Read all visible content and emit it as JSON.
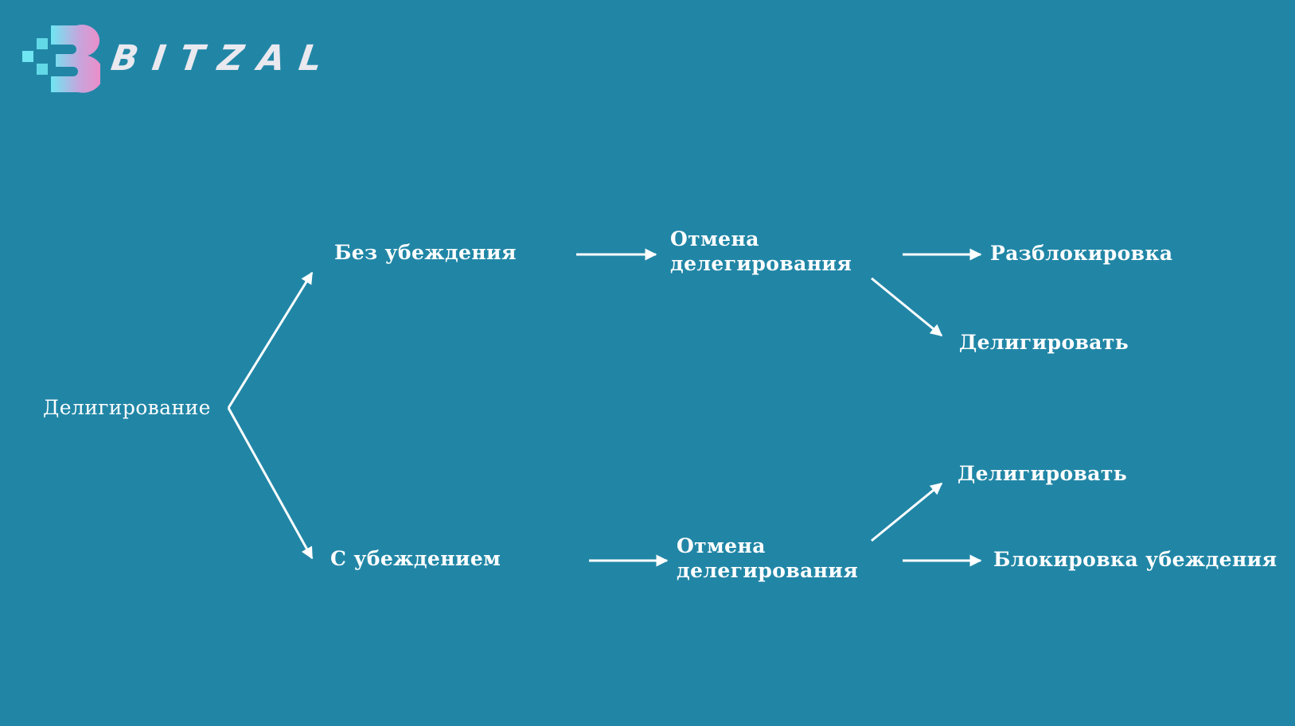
{
  "brand": {
    "name": "BITZAL",
    "colors": {
      "cyan": "#6fe6f2",
      "pink": "#f08bc6",
      "text": "#e9e9ef"
    }
  },
  "background_color": "#2186a6",
  "diagram": {
    "root": "Делигирование",
    "nodes": {
      "no_conviction": "Без убеждения",
      "with_conviction": "С убеждением",
      "cancel_top": "Отмена делегирования",
      "cancel_bottom": "Отмена делегирования",
      "unlock": "Разблокировка",
      "delegate_top": "Делигировать",
      "delegate_bottom": "Делигировать",
      "lock_conviction": "Блокировка убеждения"
    },
    "edges": [
      [
        "root",
        "no_conviction"
      ],
      [
        "root",
        "with_conviction"
      ],
      [
        "no_conviction",
        "cancel_top"
      ],
      [
        "with_conviction",
        "cancel_bottom"
      ],
      [
        "cancel_top",
        "unlock"
      ],
      [
        "cancel_top",
        "delegate_top"
      ],
      [
        "cancel_bottom",
        "delegate_bottom"
      ],
      [
        "cancel_bottom",
        "lock_conviction"
      ]
    ]
  }
}
